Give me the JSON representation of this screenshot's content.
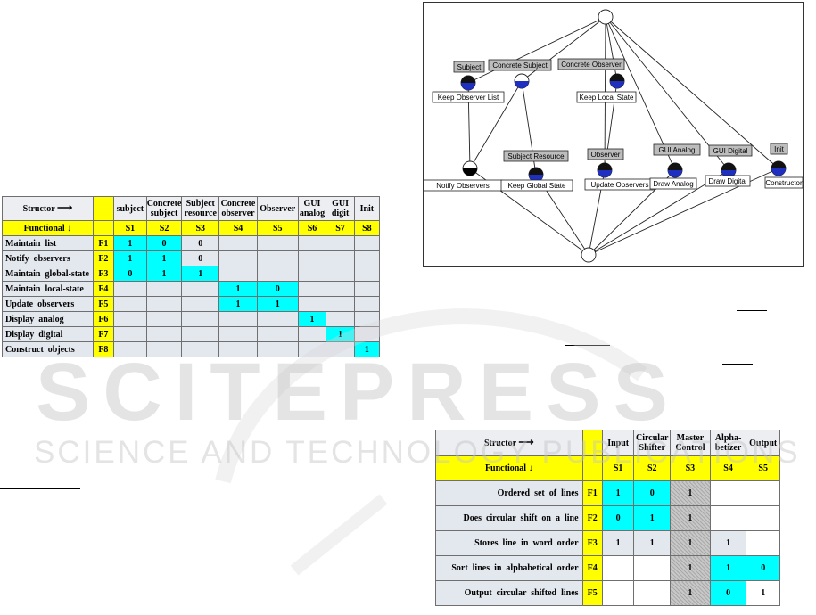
{
  "table1": {
    "structor_label": "Structor",
    "functional_label": "Functional",
    "col_headers": [
      "subject",
      "Concrete subject",
      "Subject resource",
      "Concrete observer",
      "Observer",
      "GUI analog",
      "GUI digit",
      "Init"
    ],
    "col_ids": [
      "S1",
      "S2",
      "S3",
      "S4",
      "S5",
      "S6",
      "S7",
      "S8"
    ],
    "rows": [
      {
        "label": "Maintain  list",
        "id": "F1",
        "cells": [
          "1",
          "0",
          "0",
          "",
          "",
          "",
          "",
          ""
        ]
      },
      {
        "label": "Notify  observers",
        "id": "F2",
        "cells": [
          "1",
          "1",
          "0",
          "",
          "",
          "",
          "",
          ""
        ]
      },
      {
        "label": "Maintain  global-state",
        "id": "F3",
        "cells": [
          "0",
          "1",
          "1",
          "",
          "",
          "",
          "",
          ""
        ]
      },
      {
        "label": "Maintain  local-state",
        "id": "F4",
        "cells": [
          "",
          "",
          "",
          "1",
          "0",
          "",
          "",
          ""
        ]
      },
      {
        "label": "Update  observers",
        "id": "F5",
        "cells": [
          "",
          "",
          "",
          "1",
          "1",
          "",
          "",
          ""
        ]
      },
      {
        "label": "Display  analog",
        "id": "F6",
        "cells": [
          "",
          "",
          "",
          "",
          "",
          "1",
          "",
          ""
        ]
      },
      {
        "label": "Display  digital",
        "id": "F7",
        "cells": [
          "",
          "",
          "",
          "",
          "",
          "",
          "1",
          ""
        ]
      },
      {
        "label": "Construct  objects",
        "id": "F8",
        "cells": [
          "",
          "",
          "",
          "",
          "",
          "",
          "",
          "1"
        ]
      }
    ]
  },
  "diagram": {
    "structor_nodes": [
      "Subject",
      "Concrete Subject",
      "Concrete Observer",
      "Subject Resource",
      "Observer",
      "GUI Analog",
      "GUI Digital",
      "Init"
    ],
    "functional_nodes": [
      "Keep Observer List",
      "Keep Local State",
      "Notify Observers",
      "Keep Global State",
      "Update Observers",
      "Draw Analog",
      "Draw Digital",
      "Constructor"
    ]
  },
  "table2": {
    "structor_label": "Structor",
    "functional_label": "Functional",
    "col_headers": [
      "Input",
      "Circular Shifter",
      "Master Control",
      "Alpha-betizer",
      "Output"
    ],
    "col_ids": [
      "S1",
      "S2",
      "S3",
      "S4",
      "S5"
    ],
    "rows": [
      {
        "label": "Ordered  set  of  lines",
        "id": "F1",
        "cells": [
          "1",
          "0",
          "1",
          "",
          ""
        ]
      },
      {
        "label": "Does  circular  shift  on  a  line",
        "id": "F2",
        "cells": [
          "0",
          "1",
          "1",
          "",
          ""
        ]
      },
      {
        "label": "Stores  line  in  word  order",
        "id": "F3",
        "cells": [
          "1",
          "1",
          "1",
          "1",
          ""
        ]
      },
      {
        "label": "Sort  lines  in  alphabetical  order",
        "id": "F4",
        "cells": [
          "",
          "",
          "1",
          "1",
          "0"
        ]
      },
      {
        "label": "Output  circular  shifted  lines",
        "id": "F5",
        "cells": [
          "",
          "",
          "1",
          "0",
          "1"
        ]
      }
    ]
  },
  "watermark": {
    "main": "SCITEPRESS",
    "sub": "SCIENCE AND TECHNOLOGY PUBLICATIONS"
  },
  "colors": {
    "yellow": "#ffff00",
    "cyan": "#00ffff",
    "cell_gray": "#e3e7ee",
    "node_blue": "#1f2fbf",
    "node_gray": "#bdbdbd"
  }
}
